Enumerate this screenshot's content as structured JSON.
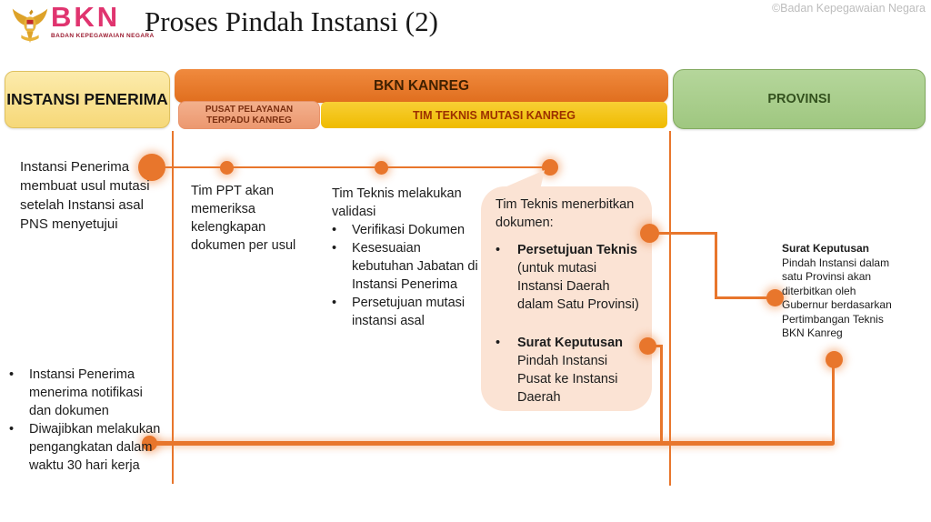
{
  "slide": {
    "title": "Proses Pindah Instansi (2)",
    "copyright": "©Badan Kepegawaian Negara"
  },
  "logo": {
    "acronym": "BKN",
    "full_name": "BADAN KEPEGAWAIAN NEGARA"
  },
  "lanes": {
    "instansi_penerima": {
      "label": "INSTANSI PENERIMA"
    },
    "bkn_kanreg": {
      "label": "BKN KANREG",
      "sub_ppt": "PUSAT PELAYANAN TERPADU KANREG",
      "sub_tim": "TIM TEKNIS MUTASI KANREG"
    },
    "provinsi": {
      "label": "PROVINSI"
    }
  },
  "steps": {
    "instansi_note": "Instansi Penerima membuat usul mutasi setelah Instansi asal PNS menyetujui",
    "ppt_note": "Tim PPT akan memeriksa kelengkapan dokumen per usul",
    "tim_validasi": {
      "heading": "Tim Teknis melakukan validasi",
      "bullets": [
        "Verifikasi Dokumen",
        "Kesesuaian kebutuhan Jabatan di Instansi Penerima",
        "Persetujuan mutasi instansi asal"
      ]
    },
    "callout": {
      "heading": "Tim Teknis menerbitkan dokumen:",
      "items": [
        {
          "title": "Persetujuan Teknis",
          "detail": "(untuk mutasi Instansi Daerah dalam Satu Provinsi)"
        },
        {
          "title": "Surat Keputusan",
          "detail": "Pindah Instansi Pusat ke Instansi Daerah"
        }
      ]
    },
    "provinsi_note": {
      "title": "Surat Keputusan",
      "detail": "Pindah Instansi dalam satu Provinsi akan diterbitkan oleh Gubernur berdasarkan Pertimbangan Teknis BKN Kanreg"
    },
    "instansi_bullets": [
      "Instansi Penerima menerima notifikasi dan dokumen",
      "Diwajibkan melakukan pengangkatan dalam waktu 30 hari kerja"
    ],
    "bullet_char": "•"
  },
  "colors": {
    "connector_orange": "#E8762C",
    "band_orange": "#ED7D31",
    "header_yellow": "#F9DE8B",
    "sub_salmon": "#F0A17C",
    "sub_gold": "#F3C614",
    "header_green": "#A9CF8D",
    "callout_pink": "#FBE3D4",
    "logo_pink": "#E0346F",
    "logo_dark_red": "#9B1B30"
  }
}
